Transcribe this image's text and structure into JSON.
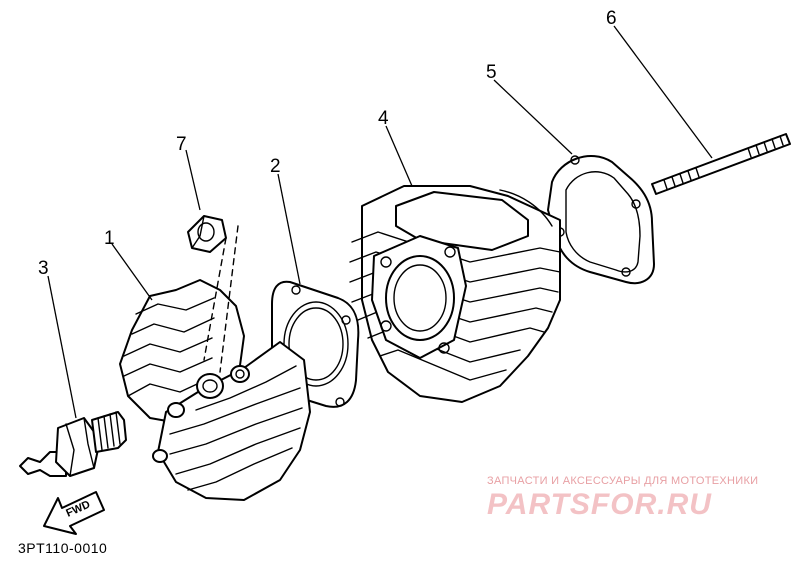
{
  "parts": [
    {
      "number": "1"
    },
    {
      "number": "2"
    },
    {
      "number": "3"
    },
    {
      "number": "4"
    },
    {
      "number": "5"
    },
    {
      "number": "6"
    },
    {
      "number": "7"
    }
  ],
  "direction_arrow": {
    "label": "FWD"
  },
  "catalog_code": "3PT110-0010",
  "watermark": {
    "tagline": "ЗАПЧАСТИ И АКСЕССУАРЫ ДЛЯ МОТОТЕХНИКИ",
    "brand": "PARTSFOR.RU"
  }
}
